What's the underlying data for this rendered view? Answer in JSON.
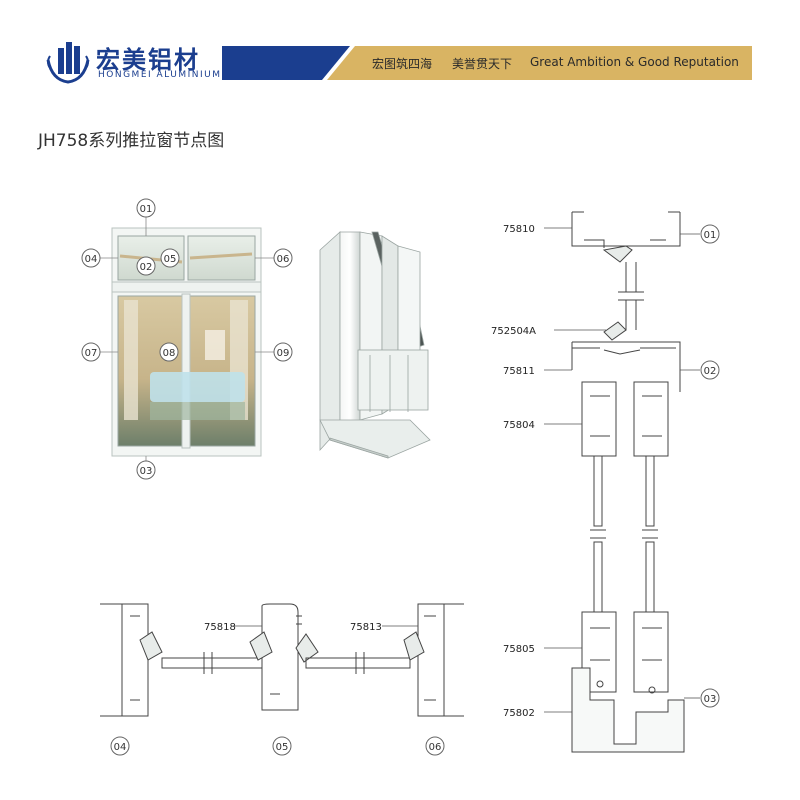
{
  "brand": {
    "name_cn": "宏美铝材",
    "name_en": "HONGMEI ALUMINIUM",
    "slogan_cn_1": "宏图筑四海",
    "slogan_cn_2": "美誉贯天下",
    "slogan_en": "Great Ambition & Good Reputation"
  },
  "title": "JH758系列推拉窗节点图",
  "window_callouts": [
    "01",
    "02",
    "03",
    "04",
    "05",
    "06",
    "07",
    "08",
    "09"
  ],
  "section_labels": {
    "s1": "01",
    "s2": "02",
    "s3": "03",
    "s4": "04",
    "s5": "05",
    "s6": "06"
  },
  "part_numbers": {
    "p75810": "75810",
    "p752504a": "752504A",
    "p75811": "75811",
    "p75804": "75804",
    "p75805": "75805",
    "p75802": "75802",
    "p75818": "75818",
    "p75813": "75813"
  },
  "colors": {
    "brand_blue": "#1b3e8f",
    "banner_gold": "#d9b463",
    "profile_line": "#444444"
  }
}
